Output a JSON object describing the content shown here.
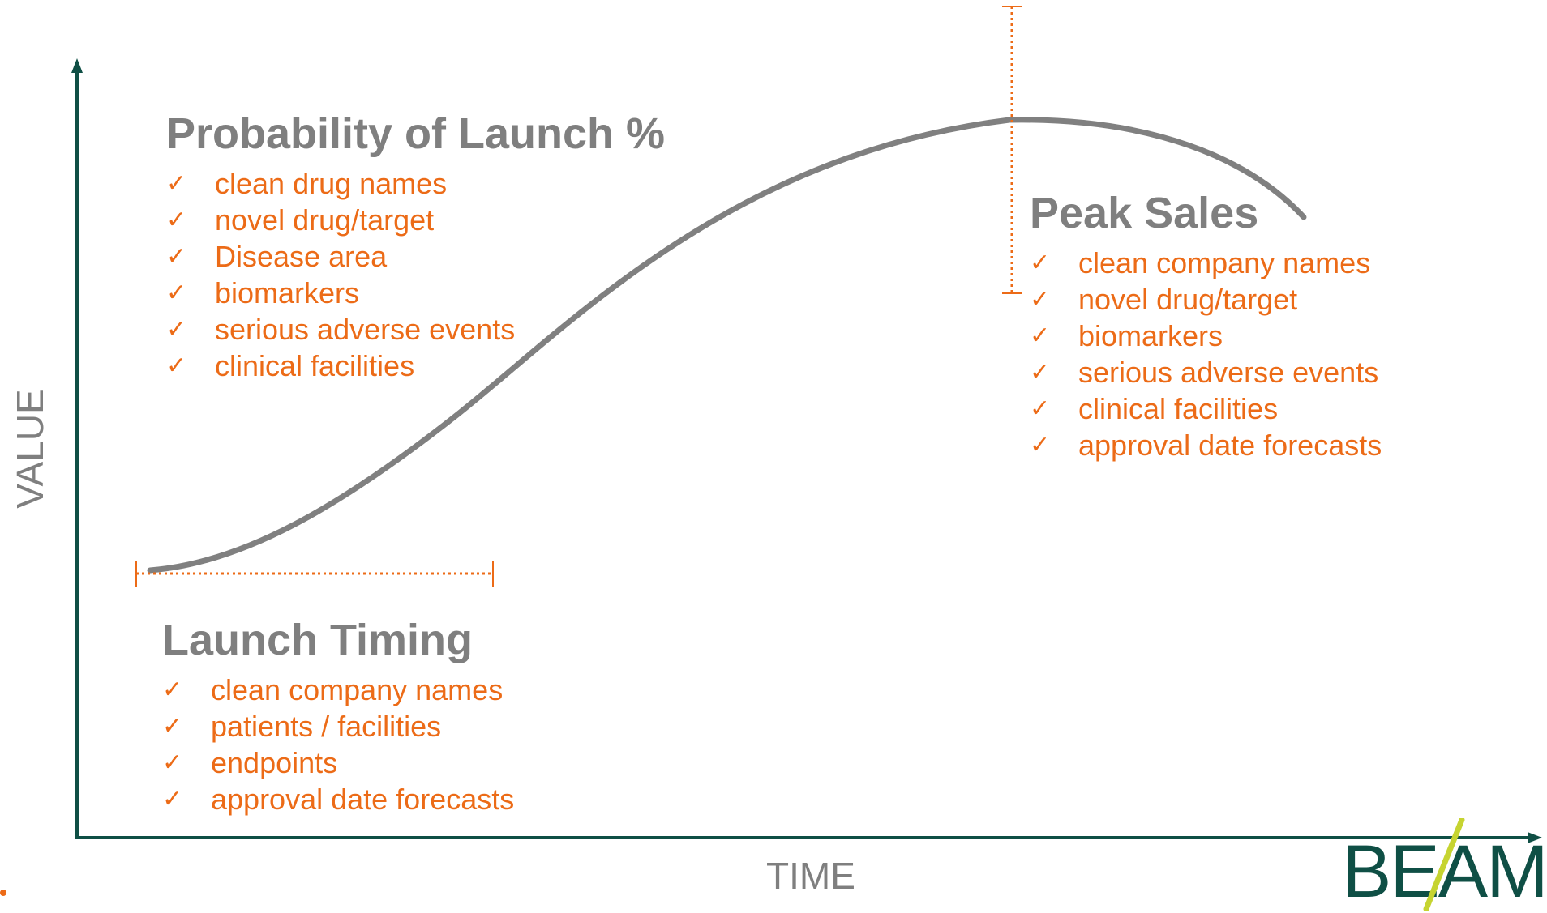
{
  "axes": {
    "x_label": "TIME",
    "y_label": "VALUE",
    "axis_color": "#0f4f45"
  },
  "curve_color": "#808080",
  "accent_color": "#ec6b17",
  "sections": {
    "probability": {
      "title": "Probability of Launch %",
      "items": [
        "clean drug names",
        "novel drug/target",
        "Disease area",
        "biomarkers",
        "serious adverse events",
        "clinical facilities"
      ]
    },
    "peak_sales": {
      "title": "Peak Sales",
      "items": [
        "clean company names",
        "novel drug/target",
        "biomarkers",
        "serious adverse events",
        "clinical facilities",
        "approval date forecasts"
      ]
    },
    "launch_timing": {
      "title": "Launch Timing",
      "items": [
        "clean company names",
        "patients / facilities",
        "endpoints",
        "approval date forecasts"
      ]
    }
  },
  "check_glyph": "✓",
  "logo": {
    "text": "BEAM",
    "stroke_color": "#c6d431"
  }
}
